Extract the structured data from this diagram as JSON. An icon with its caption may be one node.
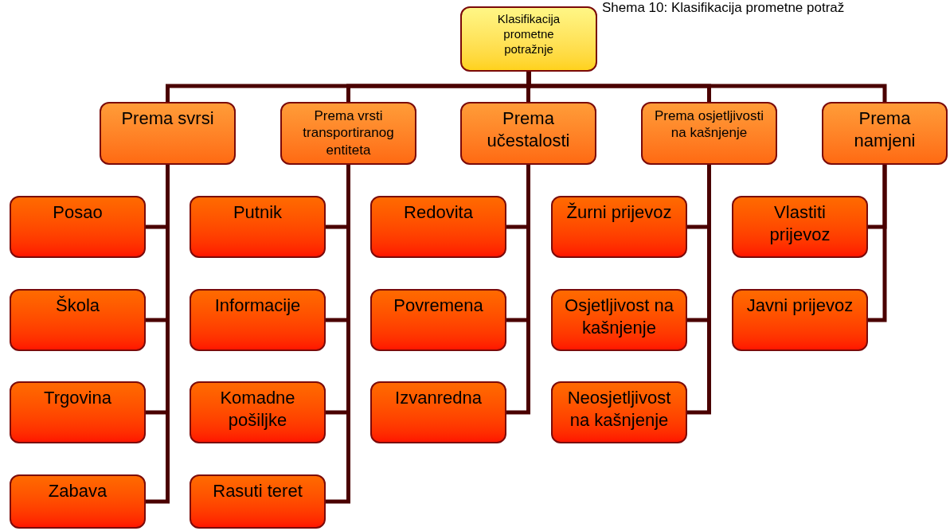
{
  "diagram": {
    "title": "Shema 10: Klasifikacija prometne potraž",
    "nodes": [
      {
        "text": [
          "Klasifikacija prometne potražnje"
        ]
      },
      {
        "text": [
          "Prema svrsi"
        ]
      },
      {
        "text": [
          "Prema vrsti transportiranog entiteta"
        ]
      },
      {
        "text": [
          "Prema učestalosti"
        ]
      },
      {
        "text": [
          "Prema osjetljivosti na kašnjenje"
        ]
      },
      {
        "text": [
          "Prema namjeni"
        ]
      },
      {
        "text": [
          "Posao"
        ]
      },
      {
        "text": [
          "Škola"
        ]
      },
      {
        "text": [
          "Trgovina"
        ]
      },
      {
        "text": [
          "Zabava"
        ]
      },
      {
        "text": [
          "Putnik"
        ]
      },
      {
        "text": [
          "Informacije"
        ]
      },
      {
        "text": [
          "Komadne pošiljke"
        ]
      },
      {
        "text": [
          "Rasuti teret"
        ]
      },
      {
        "text": [
          "Redovita"
        ]
      },
      {
        "text": [
          "Povremena"
        ]
      },
      {
        "text": [
          "Izvanredna"
        ]
      },
      {
        "text": [
          "Žurni prijevoz"
        ]
      },
      {
        "text": [
          "Osjetljivost na kašnjenje"
        ]
      },
      {
        "text": [
          "Neosjetljivost na kašnjenje"
        ]
      },
      {
        "text": [
          "Vlastiti prijevoz"
        ]
      },
      {
        "text": [
          "Javni prijevoz"
        ]
      }
    ],
    "edges": [
      {
        "from": 0,
        "to": 1,
        "arrow": "none"
      },
      {
        "from": 0,
        "to": 2,
        "arrow": "none"
      },
      {
        "from": 0,
        "to": 3,
        "arrow": "none"
      },
      {
        "from": 0,
        "to": 4,
        "arrow": "none"
      },
      {
        "from": 0,
        "to": 5,
        "arrow": "none"
      },
      {
        "from": 1,
        "to": 6,
        "arrow": "none"
      },
      {
        "from": 1,
        "to": 7,
        "arrow": "none"
      },
      {
        "from": 1,
        "to": 8,
        "arrow": "none"
      },
      {
        "from": 1,
        "to": 9,
        "arrow": "none"
      },
      {
        "from": 2,
        "to": 10,
        "arrow": "none"
      },
      {
        "from": 2,
        "to": 11,
        "arrow": "none"
      },
      {
        "from": 2,
        "to": 12,
        "arrow": "none"
      },
      {
        "from": 2,
        "to": 13,
        "arrow": "none"
      },
      {
        "from": 3,
        "to": 14,
        "arrow": "none"
      },
      {
        "from": 3,
        "to": 15,
        "arrow": "none"
      },
      {
        "from": 3,
        "to": 16,
        "arrow": "none"
      },
      {
        "from": 4,
        "to": 17,
        "arrow": "none"
      },
      {
        "from": 4,
        "to": 18,
        "arrow": "none"
      },
      {
        "from": 4,
        "to": 19,
        "arrow": "none"
      },
      {
        "from": 5,
        "to": 20,
        "arrow": "none"
      },
      {
        "from": 5,
        "to": 21,
        "arrow": "none"
      }
    ]
  }
}
